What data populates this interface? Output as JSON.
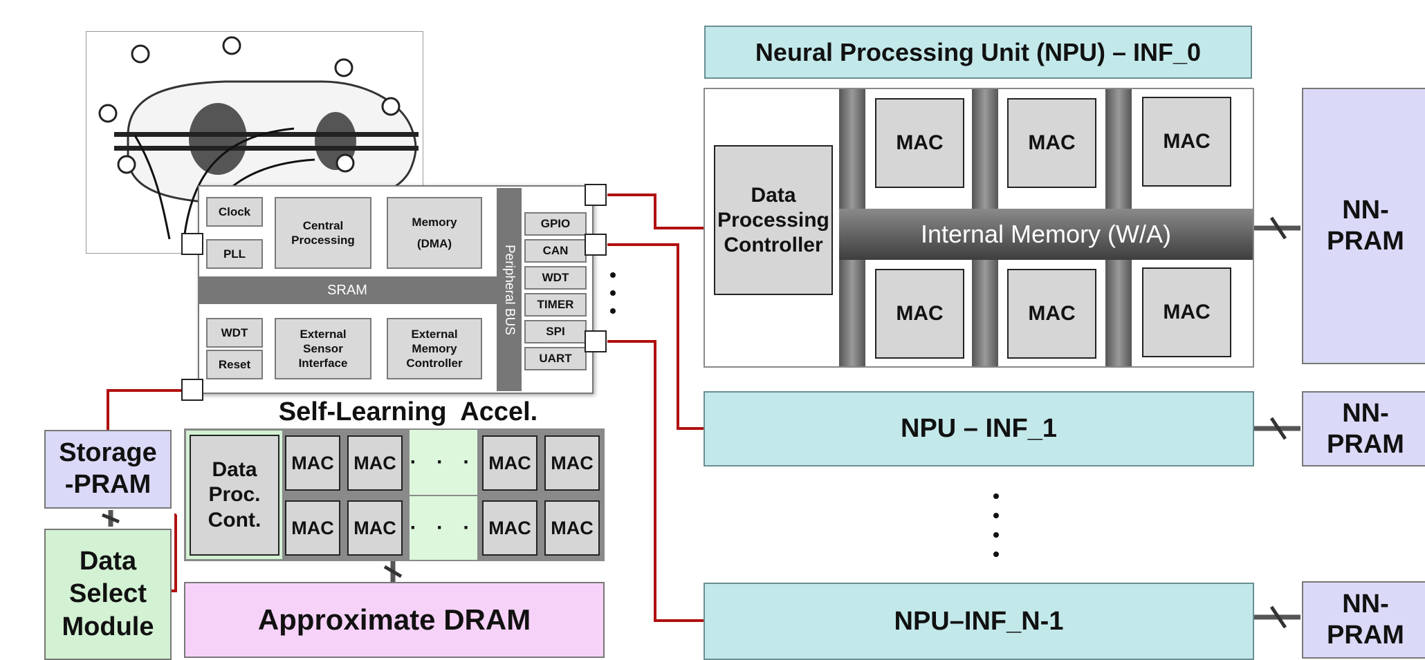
{
  "mcu": {
    "clock": "Clock",
    "pll": "PLL",
    "central_processing": "Central Processing",
    "memory_dma_line1": "Memory",
    "memory_dma_line2": "(DMA)",
    "sram": "SRAM",
    "wdt": "WDT",
    "reset": "Reset",
    "external_sensor_interface": "External Sensor Interface",
    "external_memory_controller": "External Memory Controller",
    "peripheral_bus": "Peripheral BUS",
    "peripherals": [
      "GPIO",
      "CAN",
      "WDT",
      "TIMER",
      "SPI",
      "UART"
    ]
  },
  "npu": {
    "title": "Neural Processing Unit (NPU) – INF_0",
    "data_processing_controller": "Data Processing Controller",
    "internal_memory": "Internal Memory (W/A)",
    "mac_units": [
      "MAC",
      "MAC",
      "MAC",
      "MAC",
      "MAC",
      "MAC"
    ],
    "inf_1": "NPU – INF_1",
    "inf_n_1": "NPU–INF_N-1",
    "nn_pram": "NN-PRAM"
  },
  "self_learning": {
    "title": "Self-Learning  Accel.",
    "data_proc_cont": "Data Proc. Cont.",
    "mac": "MAC",
    "dots": "· · ·",
    "storage_pram": "Storage -PRAM",
    "data_select_module": "Data Select Module",
    "approximate_dram": "Approximate DRAM"
  },
  "colors": {
    "wire": "#b01010",
    "npu_cyan": "#c3e8ea",
    "pram_lavender": "#dad9f7",
    "accel_green": "#d3f1d3",
    "dram_pink": "#f6d2f8"
  }
}
